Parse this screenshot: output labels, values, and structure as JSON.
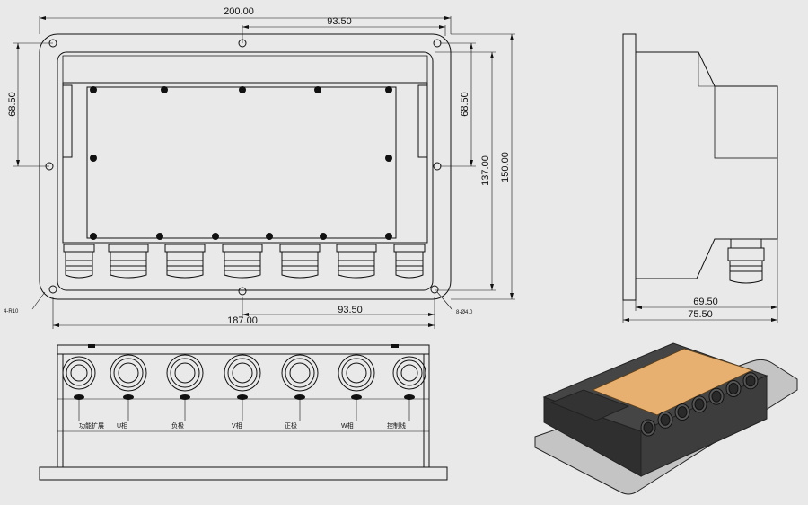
{
  "drawing": {
    "top_view": {
      "dim_overall_width": "200.00",
      "dim_top_offset": "93.50",
      "dim_left_height": "68.50",
      "dim_right_height_inner": "68.50",
      "dim_height_137": "137.00",
      "dim_height_150": "150.00",
      "dim_bottom_width": "187.00",
      "dim_bottom_offset": "93.50",
      "note_corner_radius": "4-R10",
      "note_holes": "8-Ø4.0"
    },
    "side_view": {
      "dim_69_50": "69.50",
      "dim_75_50": "75.50"
    },
    "front_view": {
      "connector_labels": [
        "功能扩展",
        "U相",
        "负极",
        "V相",
        "正极",
        "W相",
        "控制线"
      ]
    }
  },
  "colors": {
    "background": "#e9e9e9",
    "line": "#111111",
    "render_top": "#e8b070",
    "render_body": "#3a3a3a",
    "render_flange": "#bfbfbf"
  }
}
